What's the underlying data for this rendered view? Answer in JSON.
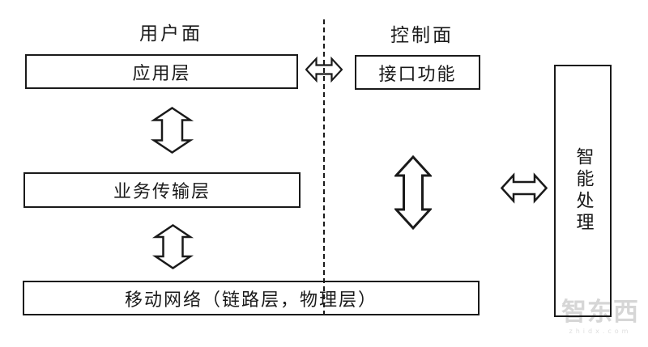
{
  "diagram": {
    "title_labels": {
      "user_plane": "用户面",
      "control_plane": "控制面"
    },
    "boxes": {
      "application_layer": "应用层",
      "interface_function": "接口功能",
      "service_transport_layer": "业务传输层",
      "mobile_network": "移动网络（链路层，物理层）",
      "intelligent_processing": "智能处理"
    },
    "icons": {
      "bidirectional_vertical_arrow": "⇕",
      "bidirectional_horizontal_arrow": "⇔"
    },
    "colors": {
      "line": "#1a1a1a",
      "background": "#ffffff",
      "watermark": "#d6d6d6"
    }
  },
  "watermark": {
    "logo": "智东西",
    "domain": "zhidx.com"
  }
}
